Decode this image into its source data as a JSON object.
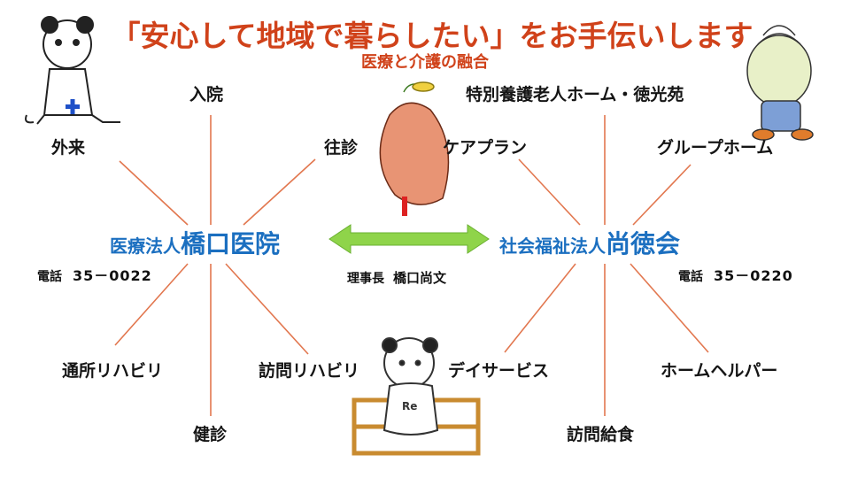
{
  "header": {
    "title": "「安心して地域で暮らしたい」をお手伝いします",
    "subtitle": "医療と介護の融合"
  },
  "left_org": {
    "prefix": "医療法人",
    "name": "橋口医院",
    "phone_label": "電話",
    "phone": "35－0022",
    "services": {
      "outpatient": "外来",
      "admission": "入院",
      "home_visit": "往診",
      "day_rehab": "通所リハビリ",
      "health_check": "健診",
      "visit_rehab": "訪問リハビリ"
    }
  },
  "right_org": {
    "prefix": "社会福祉法人",
    "name": "尚徳会",
    "phone_label": "電話",
    "phone": "35－0220",
    "services": {
      "nursing_home": "特別養護老人ホーム・徳光苑",
      "care_plan": "ケアプラン",
      "group_home": "グループホーム",
      "day_service": "デイサービス",
      "meal_delivery": "訪問給食",
      "home_helper": "ホームヘルパー"
    }
  },
  "director": {
    "label": "理事長",
    "name": "橋口尚文"
  },
  "colors": {
    "title": "#d0421a",
    "org_name": "#1b6fc0",
    "connector": "#e2774f",
    "arrow": "#8fd44a"
  },
  "mascot_tag": "Re"
}
